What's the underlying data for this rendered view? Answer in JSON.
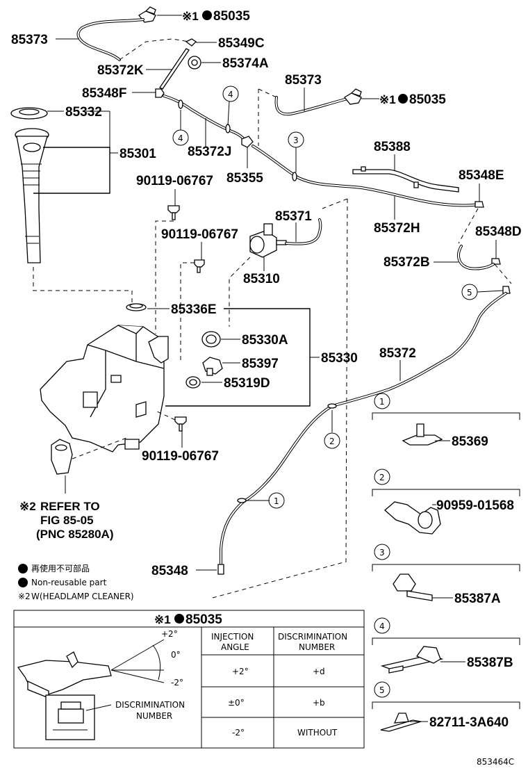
{
  "labels": {
    "p85035_top": "85035",
    "p85373_left": "85373",
    "p85349C": "85349C",
    "p85372K": "85372K",
    "p85374A": "85374A",
    "p85348F": "85348F",
    "p85373_right": "85373",
    "p85035_right": "85035",
    "p85332": "85332",
    "p85301": "85301",
    "p85372J": "85372J",
    "p85355": "85355",
    "p85388": "85388",
    "p85348E": "85348E",
    "p90119_a": "90119-06767",
    "p85371": "85371",
    "p85372H": "85372H",
    "p90119_b": "90119-06767",
    "p85348D": "85348D",
    "p85372B": "85372B",
    "p85310": "85310",
    "p85336E": "85336E",
    "p85330A": "85330A",
    "p85330": "85330",
    "p85372": "85372",
    "p85397": "85397",
    "p85319D": "85319D",
    "p90119_c": "90119-06767",
    "p85348": "85348",
    "p85369": "85369",
    "p90959": "90959-01568",
    "p85387A": "85387A",
    "p85387B": "85387B",
    "p82711": "82711-3A640"
  },
  "marks": {
    "x1": "※1",
    "x2": "※2",
    "refer_line1": "REFER TO",
    "refer_line2": "FIG 85-05",
    "refer_line3": "(PNC 85280A)"
  },
  "legend": {
    "jp": "再使用不可部品",
    "en": "Non-reusable part",
    "x2_mark": "※2",
    "x2_text": "W(HEADLAMP CLEANER)"
  },
  "callouts": [
    "1",
    "2",
    "3",
    "4",
    "5"
  ],
  "table": {
    "title_mark": "※1",
    "title_part": "85035",
    "col1_line1": "INJECTION",
    "col1_line2": "ANGLE",
    "col2_line1": "DISCRIMINATION",
    "col2_line2": "NUMBER",
    "rows": [
      {
        "angle": "+2°",
        "number": "+d"
      },
      {
        "angle": "±0°",
        "number": "+b"
      },
      {
        "angle": "-2°",
        "number": "WITHOUT"
      }
    ],
    "angle_plus": "+2°",
    "angle_zero": "0°",
    "angle_minus": "-2°",
    "disc_line1": "DISCRIMINATION",
    "disc_line2": "NUMBER"
  },
  "figure_id": "853464C",
  "colors": {
    "ink": "#000000",
    "paper": "#ffffff"
  }
}
